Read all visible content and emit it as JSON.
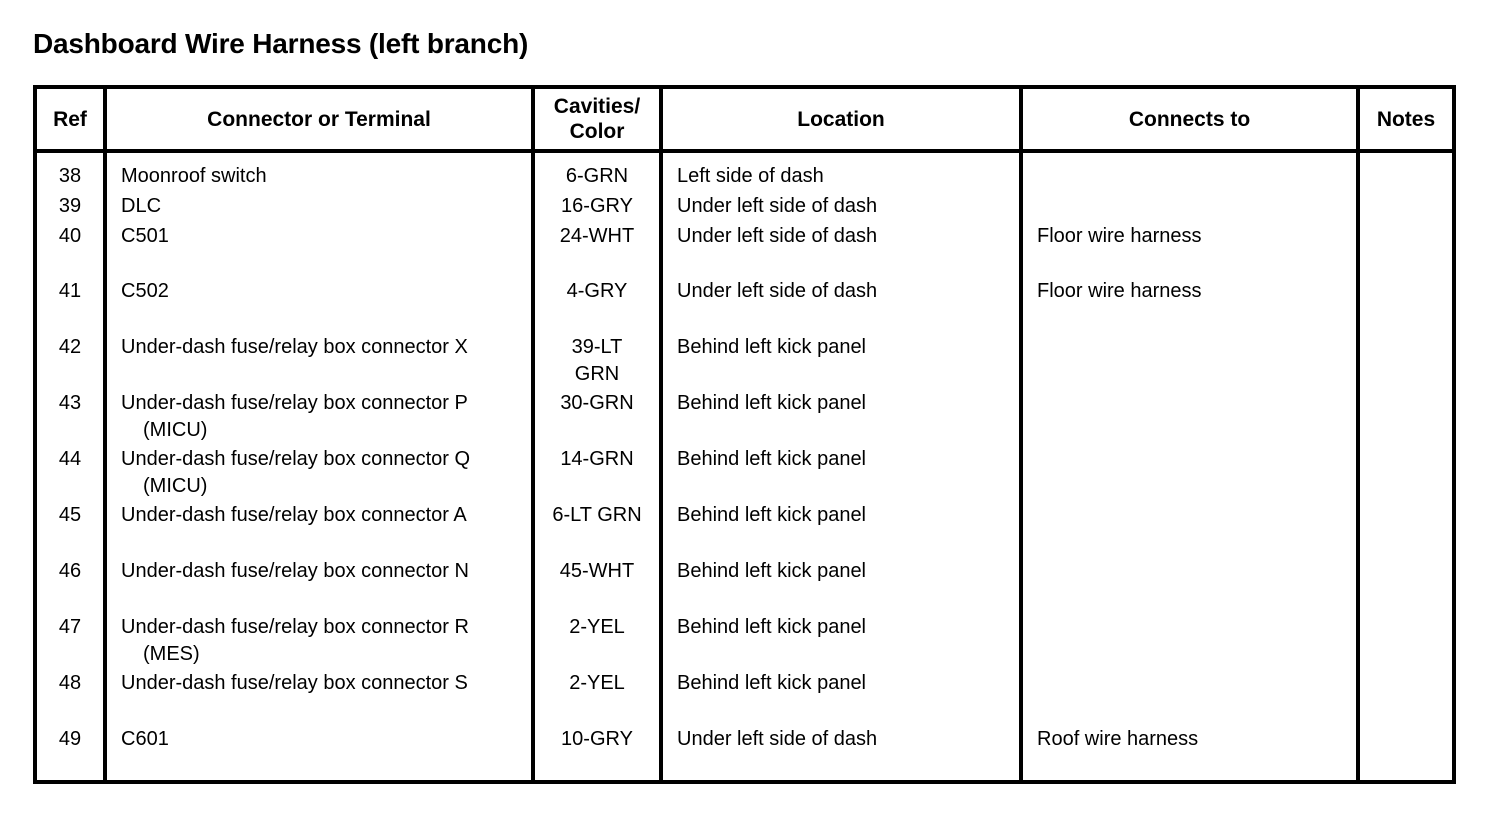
{
  "document": {
    "title": "Dashboard Wire Harness (left branch)"
  },
  "table": {
    "headers": {
      "ref": "Ref",
      "connector": "Connector or Terminal",
      "cavities": "Cavities/\nColor",
      "location": "Location",
      "connects_to": "Connects to",
      "notes": "Notes"
    },
    "rows": [
      {
        "ref": "38",
        "connector": "Moonroof switch",
        "connector_cont": "",
        "cavities": "6-GRN",
        "location": "Left side of dash",
        "connects_to": "",
        "notes": ""
      },
      {
        "ref": "39",
        "connector": "DLC",
        "connector_cont": "",
        "cavities": "16-GRY",
        "location": "Under left side of dash",
        "connects_to": "",
        "notes": ""
      },
      {
        "ref": "40",
        "connector": "C501",
        "connector_cont": "",
        "cavities": "24-WHT",
        "location": "Under left side of dash",
        "connects_to": "Floor wire harness",
        "notes": ""
      },
      {
        "ref": "41",
        "connector": "C502",
        "connector_cont": "",
        "cavities": "4-GRY",
        "location": "Under left side of dash",
        "connects_to": "Floor wire harness",
        "notes": ""
      },
      {
        "ref": "42",
        "connector": "Under-dash fuse/relay box connector X",
        "connector_cont": "",
        "cavities": "39-LT\nGRN",
        "location": "Behind left kick panel",
        "connects_to": "",
        "notes": ""
      },
      {
        "ref": "43",
        "connector": "Under-dash fuse/relay box connector P",
        "connector_cont": "(MICU)",
        "cavities": "30-GRN",
        "location": "Behind left kick panel",
        "connects_to": "",
        "notes": ""
      },
      {
        "ref": "44",
        "connector": "Under-dash fuse/relay box connector Q",
        "connector_cont": "(MICU)",
        "cavities": "14-GRN",
        "location": "Behind left kick panel",
        "connects_to": "",
        "notes": ""
      },
      {
        "ref": "45",
        "connector": "Under-dash fuse/relay box connector A",
        "connector_cont": "",
        "cavities": "6-LT GRN",
        "location": "Behind left kick panel",
        "connects_to": "",
        "notes": ""
      },
      {
        "ref": "46",
        "connector": "Under-dash fuse/relay box connector N",
        "connector_cont": "",
        "cavities": "45-WHT",
        "location": "Behind left kick panel",
        "connects_to": "",
        "notes": ""
      },
      {
        "ref": "47",
        "connector": "Under-dash fuse/relay box connector R",
        "connector_cont": "(MES)",
        "cavities": "2-YEL",
        "location": "Behind left kick panel",
        "connects_to": "",
        "notes": ""
      },
      {
        "ref": "48",
        "connector": "Under-dash fuse/relay box connector S",
        "connector_cont": "",
        "cavities": "2-YEL",
        "location": "Behind left kick panel",
        "connects_to": "",
        "notes": ""
      },
      {
        "ref": "49",
        "connector": "C601",
        "connector_cont": "",
        "cavities": "10-GRY",
        "location": "Under left side of dash",
        "connects_to": "Roof wire harness",
        "notes": ""
      }
    ]
  },
  "colors": {
    "background": "#ffffff",
    "text": "#000000",
    "border": "#000000"
  },
  "layout": {
    "row_tops": [
      78,
      108,
      138,
      193,
      249,
      305,
      361,
      417,
      473,
      529,
      585,
      641
    ]
  }
}
